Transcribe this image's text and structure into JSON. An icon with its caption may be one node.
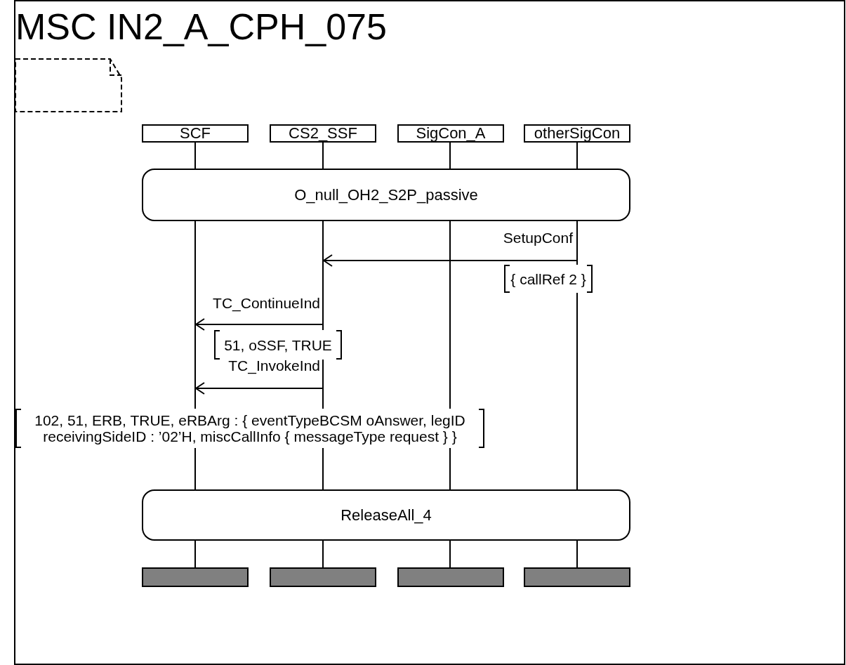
{
  "diagram": {
    "title": "MSC IN2_A_CPH_075",
    "nodes": [
      {
        "text": [
          "SCF"
        ]
      },
      {
        "text": [
          "CS2_SSF"
        ]
      },
      {
        "text": [
          "SigCon_A"
        ]
      },
      {
        "text": [
          "otherSigCon"
        ]
      },
      {
        "text": [
          "O_null_OH2_S2P_passive"
        ]
      },
      {
        "text": [
          "ReleaseAll_4"
        ]
      },
      {
        "text": [],
        "shape": "bar"
      },
      {
        "text": [],
        "shape": "bar"
      },
      {
        "text": [],
        "shape": "bar"
      },
      {
        "text": [],
        "shape": "bar"
      },
      {
        "text": [],
        "shape": "line"
      },
      {
        "text": [],
        "shape": "line"
      },
      {
        "text": [],
        "shape": "line"
      },
      {
        "text": [],
        "shape": "line"
      }
    ],
    "edges": [
      {
        "from": 13,
        "to": 11,
        "arrow": "to",
        "label": "SetupConf"
      },
      {
        "from": 11,
        "to": 10,
        "arrow": "to",
        "label": "TC_ContinueInd"
      },
      {
        "from": 11,
        "to": 10,
        "arrow": "to",
        "label": "TC_InvokeInd"
      }
    ],
    "labels": [
      "{ callRef 2 }",
      "51, oSSF, TRUE",
      "102, 51, ERB, TRUE, eRBArg : { eventTypeBCSM oAnswer, legID receivingSideID : ’02’H, miscCallInfo { messageType request } }"
    ]
  }
}
